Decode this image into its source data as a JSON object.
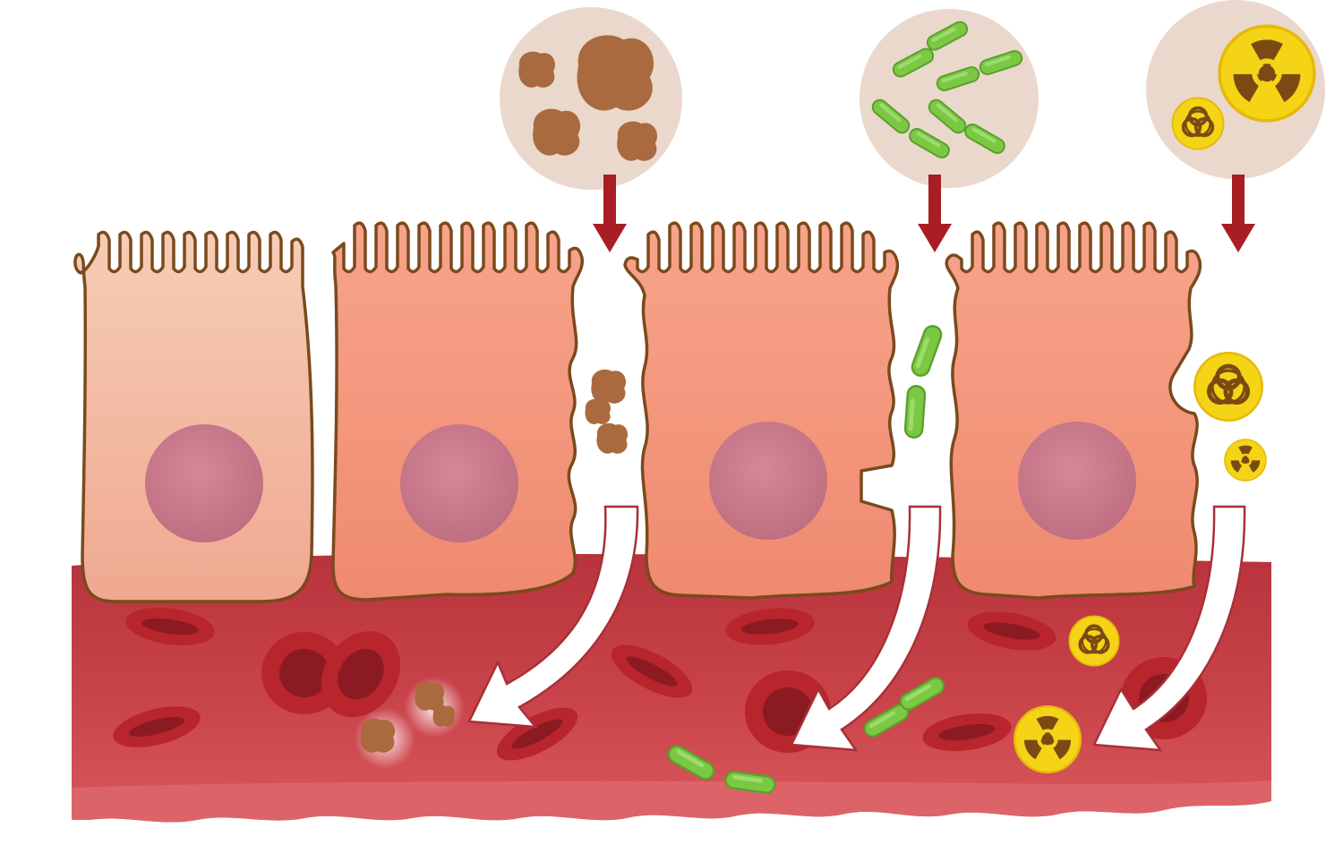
{
  "palette": {
    "background": "#ffffff",
    "cell_healthy_top": "#f6cdb5",
    "cell_healthy_bottom": "#f0a890",
    "cell_inflamed_top": "#f7a48a",
    "cell_inflamed_bottom": "#f08a70",
    "cell_outline": "#7a4a1e",
    "nucleus": "#c9788a",
    "nucleus_outline": "#b06478",
    "vessel_fill": "#c9444a",
    "vessel_highlight": "#e06b6e",
    "vessel_dark": "#a83038",
    "rbc_fill": "#b8252c",
    "rbc_center": "#8c1a22",
    "arrow_red": "#a81e24",
    "arrow_white": "#ffffff",
    "bubble_fill": "#ebd8cc",
    "particle_brown": "#a86a3e",
    "bacteria_green": "#7bc943",
    "bacteria_dark": "#4f9a25",
    "toxin_yellow": "#f5d316",
    "toxin_symbol": "#7a4a12"
  },
  "icons": {
    "particle_bubble": "food-particle-icon",
    "bacteria_bubble": "bacteria-icon",
    "toxin_bubble": "radiation-biohazard-icon"
  },
  "cells": [
    {
      "id": "healthy-cell",
      "state": "intact tight junction"
    },
    {
      "id": "leaky-cell-1",
      "state": "particles passing"
    },
    {
      "id": "leaky-cell-2",
      "state": "bacteria passing"
    },
    {
      "id": "leaky-cell-3",
      "state": "toxins passing"
    }
  ]
}
